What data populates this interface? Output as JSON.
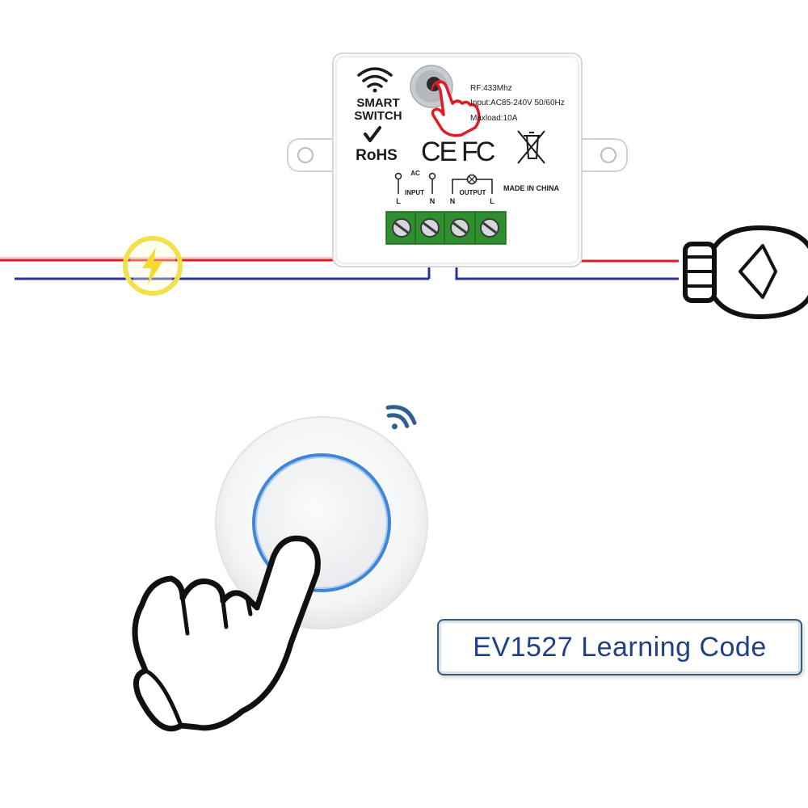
{
  "module": {
    "brand_line1": "SMART",
    "brand_line2": "SWITCH",
    "spec_rf": "RF:433Mhz",
    "spec_input": "Input:AC85-240V 50/60Hz",
    "spec_load": "Maxload:10A",
    "rohs": "RoHS",
    "ce": "CE",
    "fc": "FC",
    "made_in": "MADE IN CHINA",
    "input_label": "INPUT",
    "output_label": "OUTPUT",
    "ac_label": "AC",
    "term_input_l": "L",
    "term_input_n": "N",
    "term_output_n": "N",
    "term_output_l": "L"
  },
  "caption": "EV1527 Learning Code",
  "colors": {
    "live_wire": "#e01b24",
    "neutral_wire": "#2a2fa0",
    "terminal_block": "#2f8f2f",
    "button_ring": "#3f86d8",
    "caption_text": "#1f3f86",
    "power_icon": "#f2e24a"
  },
  "icons": [
    "wifi-icon",
    "power-bolt-icon",
    "light-bulb-icon",
    "pointing-hand-icon",
    "crossed-bin-icon"
  ]
}
